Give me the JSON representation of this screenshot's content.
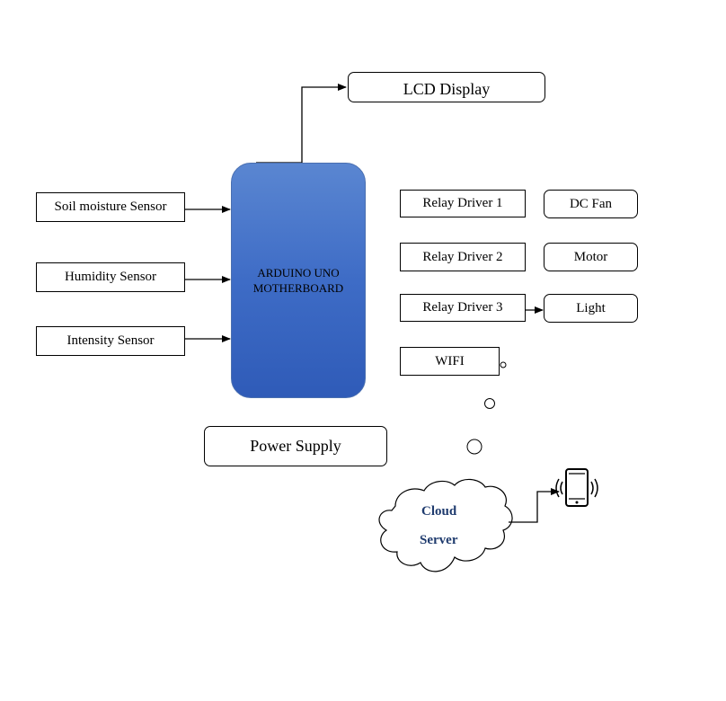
{
  "output": {
    "lcd_display": "LCD Display"
  },
  "inputs": {
    "soil_moisture": "Soil moisture Sensor",
    "humidity": "Humidity Sensor",
    "intensity": "Intensity Sensor"
  },
  "controller": {
    "line1": "ARDUINO UNO",
    "line2": "MOTHERBOARD",
    "fill_color": "#3e6cc6"
  },
  "power": {
    "label": "Power Supply"
  },
  "relays": [
    {
      "driver": "Relay Driver 1",
      "device": "DC Fan"
    },
    {
      "driver": "Relay Driver 2",
      "device": "Motor"
    },
    {
      "driver": "Relay Driver 3",
      "device": "Light"
    }
  ],
  "wifi": {
    "label": "WIFI"
  },
  "cloud": {
    "line1": "Cloud",
    "line2": "Server",
    "text_color": "#1f3b6e"
  },
  "device_icon": "smartphone-icon"
}
